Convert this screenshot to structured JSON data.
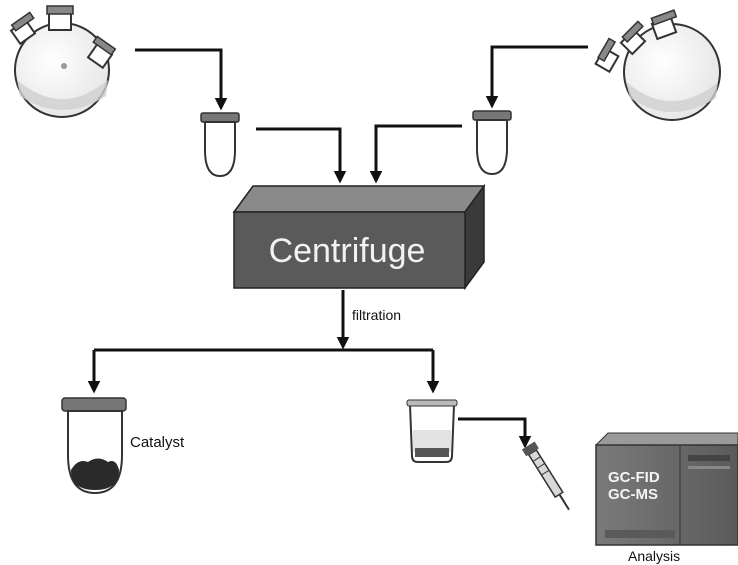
{
  "labels": {
    "centrifuge": "Centrifuge",
    "filtration": "filtration",
    "catalyst": "Catalyst",
    "gc_fid": "GC-FID",
    "gc_ms": "GC-MS",
    "analysis": "Analysis"
  },
  "icons": {
    "flask_left": "three-neck-round-bottom-flask-icon",
    "flask_right": "three-neck-round-bottom-flask-icon",
    "tube_left": "centrifuge-tube-icon",
    "tube_right": "centrifuge-tube-icon",
    "centrifuge": "centrifuge-block-icon",
    "catalyst_tube": "catalyst-tube-icon",
    "vial": "sample-vial-icon",
    "syringe": "syringe-icon",
    "instrument": "gc-instrument-icon"
  },
  "colors": {
    "arrow": "#111111",
    "centrifuge_front": "#5a5a5a",
    "centrifuge_top": "#8a8a8a",
    "instrument": "#6a6a6a"
  }
}
